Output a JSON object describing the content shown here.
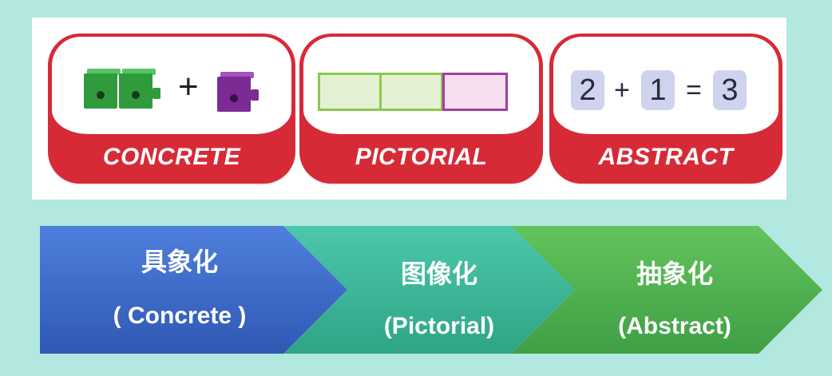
{
  "cards": {
    "concrete": {
      "label": "CONCRETE",
      "plus": "+"
    },
    "pictorial": {
      "label": "PICTORIAL"
    },
    "abstract": {
      "label": "ABSTRACT",
      "a": "2",
      "plus": "+",
      "b": "1",
      "equals": "=",
      "c": "3"
    }
  },
  "arrows": [
    {
      "zh": "具象化",
      "en": "( Concrete )",
      "color": "#3a67c6"
    },
    {
      "zh": "图像化",
      "en": "(Pictorial)",
      "color": "#3cb79d"
    },
    {
      "zh": "抽象化",
      "en": "(Abstract)",
      "color": "#4fb552"
    }
  ],
  "colors": {
    "card_red": "#d72a37",
    "background": "#b2e8e0"
  }
}
